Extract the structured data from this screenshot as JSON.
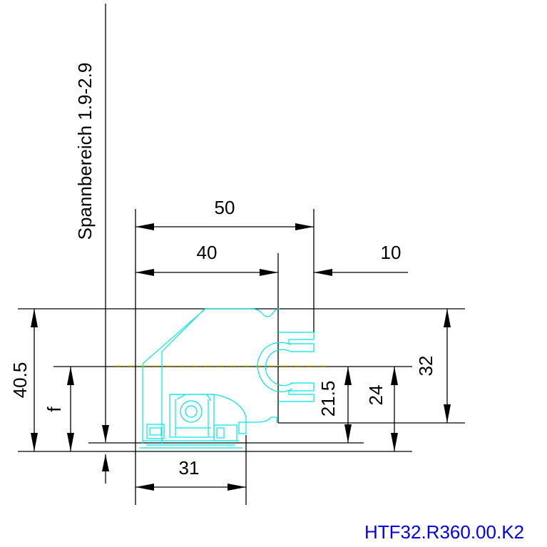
{
  "labels": {
    "clamping_range": "Spannbereich 1.9-2.9",
    "dim_50": "50",
    "dim_40": "40",
    "dim_10": "10",
    "dim_40_5": "40.5",
    "dim_f": "f",
    "dim_32": "32",
    "dim_21_5": "21.5",
    "dim_24": "24",
    "dim_31": "31"
  },
  "part_code": "HTF32.R360.00.K2",
  "colors": {
    "dimension_lines": "#000000",
    "part_outline": "#00e5e5",
    "center_line": "#e8e800",
    "part_code": "#0000ee"
  }
}
